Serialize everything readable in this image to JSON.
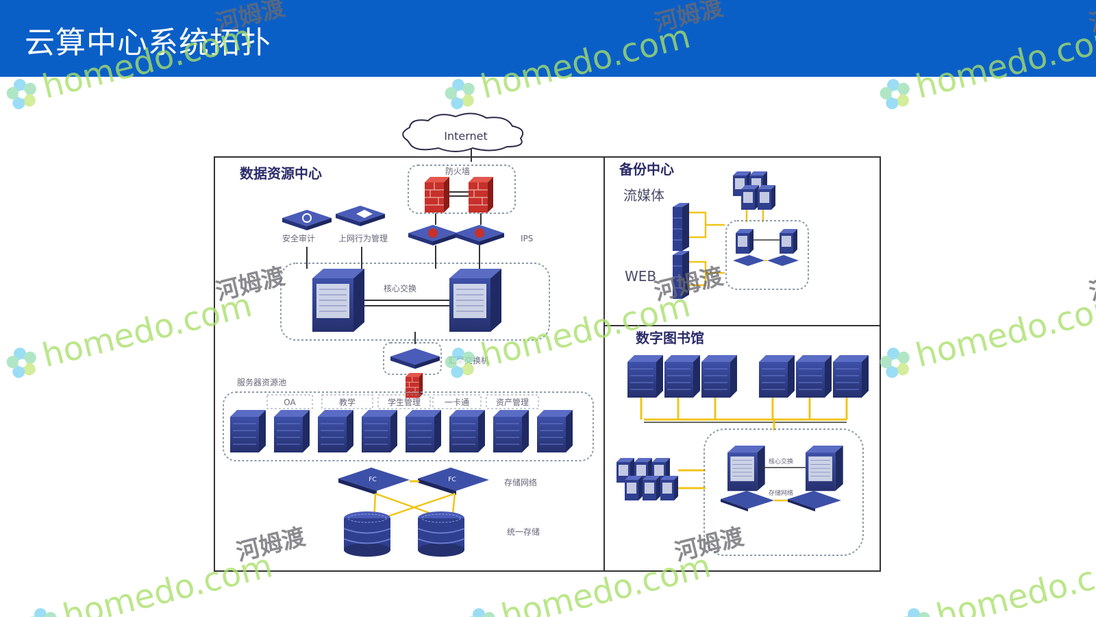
{
  "slide": {
    "title": "云算中心系统拓扑"
  },
  "diagram": {
    "internet": "Internet",
    "data_center": {
      "title": "数据资源中心",
      "firewall_label": "防火墙",
      "audit_label": "安全审计",
      "behavior_label": "上网行为管理",
      "ips_label": "IPS",
      "core_switch_label": "核心交换",
      "access_switch_label": "汇聚交换机",
      "server_pool_label": "服务器资源池",
      "pool_groups": [
        "OA",
        "教学",
        "学生管理",
        "一卡通",
        "资产管理"
      ],
      "storage_network_label": "存储网络",
      "unified_storage_label": "统一存储",
      "fc_label": "FC"
    },
    "backup": {
      "title": "备份中心",
      "streaming_label": "流媒体",
      "web_label": "WEB"
    },
    "library": {
      "title": "数字图书馆",
      "switch_label": "核心交换",
      "storage_net_label": "存储网络"
    }
  },
  "watermark": {
    "brand": "homedo.com",
    "cn": "河姆渡"
  },
  "colors": {
    "header": "#0a5fc7",
    "server_blue": "#2f3f8f",
    "firewall_red": "#c8302a",
    "cable_yellow": "#f0c419",
    "frame": "#333333"
  }
}
